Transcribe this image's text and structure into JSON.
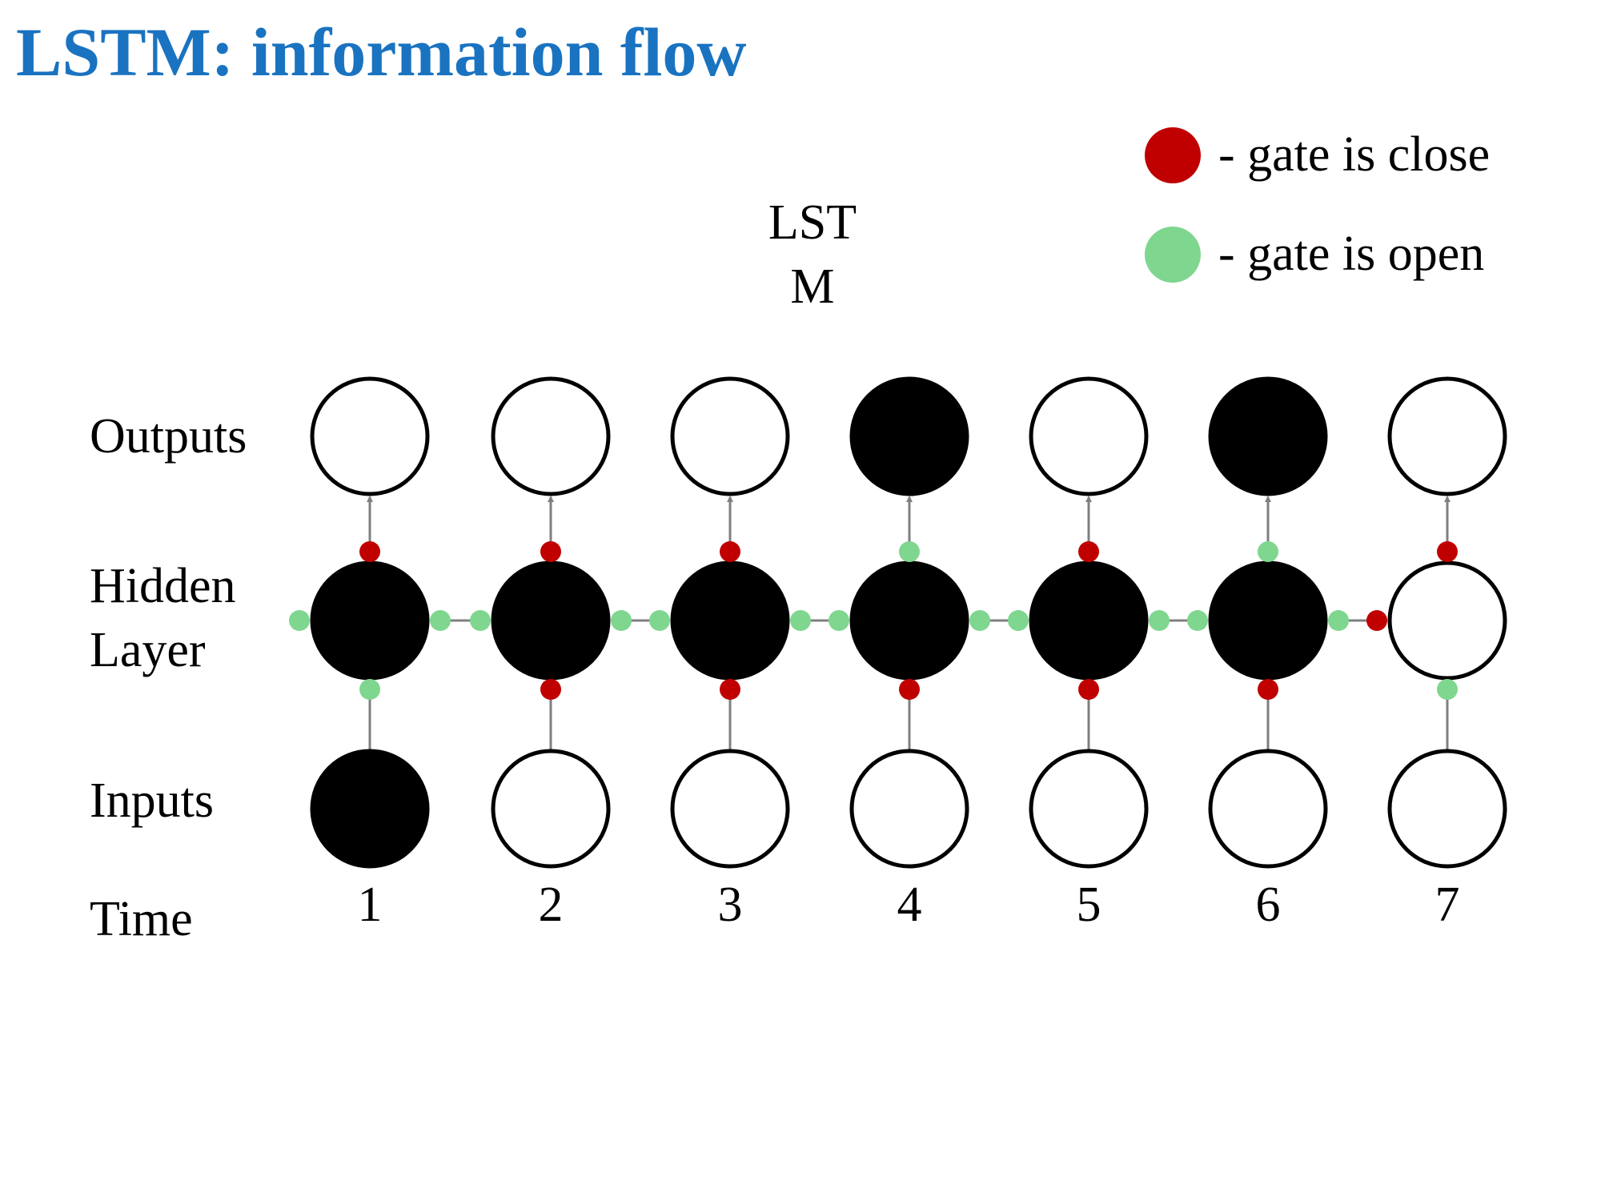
{
  "title": "LSTM: information flow",
  "subtitle_line1": "LST",
  "subtitle_line2": "M",
  "legend": [
    {
      "label": "- gate is close",
      "color": "#c00000",
      "icon": "closed-gate-dot"
    },
    {
      "label": "- gate is open",
      "color": "#7fd68f",
      "icon": "open-gate-dot"
    }
  ],
  "row_labels": {
    "outputs": "Outputs",
    "hidden_line1": "Hidden",
    "hidden_line2": "Layer",
    "inputs": "Inputs",
    "time": "Time"
  },
  "colors": {
    "closed": "#c00000",
    "open": "#7fd68f",
    "arrow": "#7f7f7f",
    "active": "#000000",
    "inactive": "#ffffff"
  },
  "timesteps": [
    {
      "time": "1",
      "output_active": false,
      "hidden_active": true,
      "input_active": true,
      "output_gate": "closed",
      "input_gate": "open",
      "left_gate": "open",
      "right_gate": "open"
    },
    {
      "time": "2",
      "output_active": false,
      "hidden_active": true,
      "input_active": false,
      "output_gate": "closed",
      "input_gate": "closed",
      "left_gate": "open",
      "right_gate": "open"
    },
    {
      "time": "3",
      "output_active": false,
      "hidden_active": true,
      "input_active": false,
      "output_gate": "closed",
      "input_gate": "closed",
      "left_gate": "open",
      "right_gate": "open"
    },
    {
      "time": "4",
      "output_active": true,
      "hidden_active": true,
      "input_active": false,
      "output_gate": "open",
      "input_gate": "closed",
      "left_gate": "open",
      "right_gate": "open"
    },
    {
      "time": "5",
      "output_active": false,
      "hidden_active": true,
      "input_active": false,
      "output_gate": "closed",
      "input_gate": "closed",
      "left_gate": "open",
      "right_gate": "open"
    },
    {
      "time": "6",
      "output_active": true,
      "hidden_active": true,
      "input_active": false,
      "output_gate": "open",
      "input_gate": "closed",
      "left_gate": "open",
      "right_gate": "open"
    },
    {
      "time": "7",
      "output_active": false,
      "hidden_active": false,
      "input_active": false,
      "output_gate": "closed",
      "input_gate": "open",
      "left_gate": "closed",
      "right_gate": null
    }
  ]
}
